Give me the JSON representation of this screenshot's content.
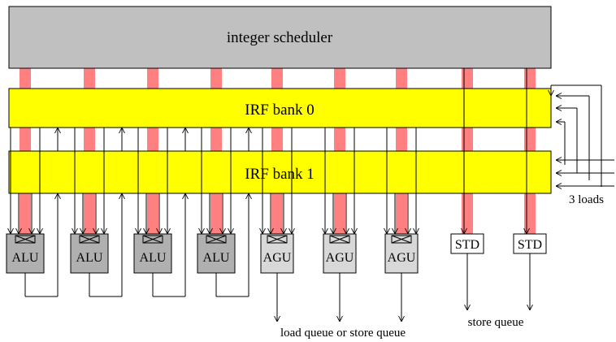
{
  "scheduler": {
    "label": "integer scheduler"
  },
  "irf_banks": [
    {
      "label": "IRF bank 0"
    },
    {
      "label": "IRF bank 1"
    }
  ],
  "units": [
    {
      "label": "ALU",
      "kind": "alu"
    },
    {
      "label": "ALU",
      "kind": "alu"
    },
    {
      "label": "ALU",
      "kind": "alu"
    },
    {
      "label": "ALU",
      "kind": "alu"
    },
    {
      "label": "AGU",
      "kind": "agu"
    },
    {
      "label": "AGU",
      "kind": "agu"
    },
    {
      "label": "AGU",
      "kind": "agu"
    },
    {
      "label": "STD",
      "kind": "std"
    },
    {
      "label": "STD",
      "kind": "std"
    }
  ],
  "annotations": {
    "loads": "3 loads",
    "load_store_queue": "load queue or store queue",
    "store_queue": "store queue"
  },
  "colors": {
    "scheduler_fill": "#c0c0c0",
    "bank_fill": "#ffff00",
    "port_fill": "#ff8080",
    "alu_fill": "#b0b0b0",
    "agu_fill": "#d8d8d8",
    "std_fill": "#ffffff",
    "line": "#000000"
  }
}
